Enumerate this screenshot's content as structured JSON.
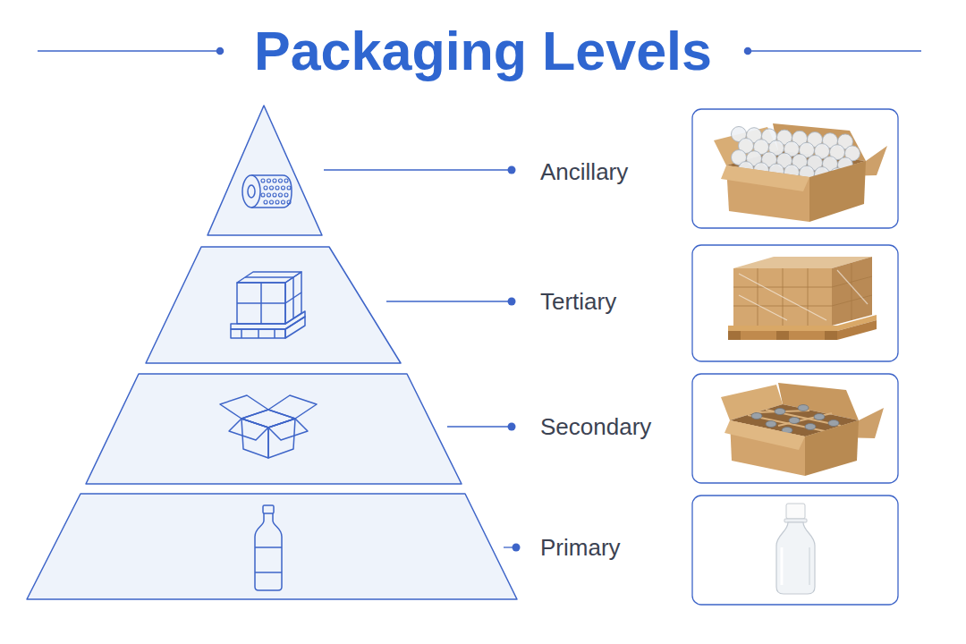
{
  "diagram": {
    "title": "Packaging Levels",
    "nodes": [
      {
        "text": [
          "Ancillary"
        ]
      },
      {
        "text": [
          "Tertiary"
        ]
      },
      {
        "text": [
          "Secondary"
        ]
      },
      {
        "text": [
          "Primary"
        ]
      }
    ]
  }
}
